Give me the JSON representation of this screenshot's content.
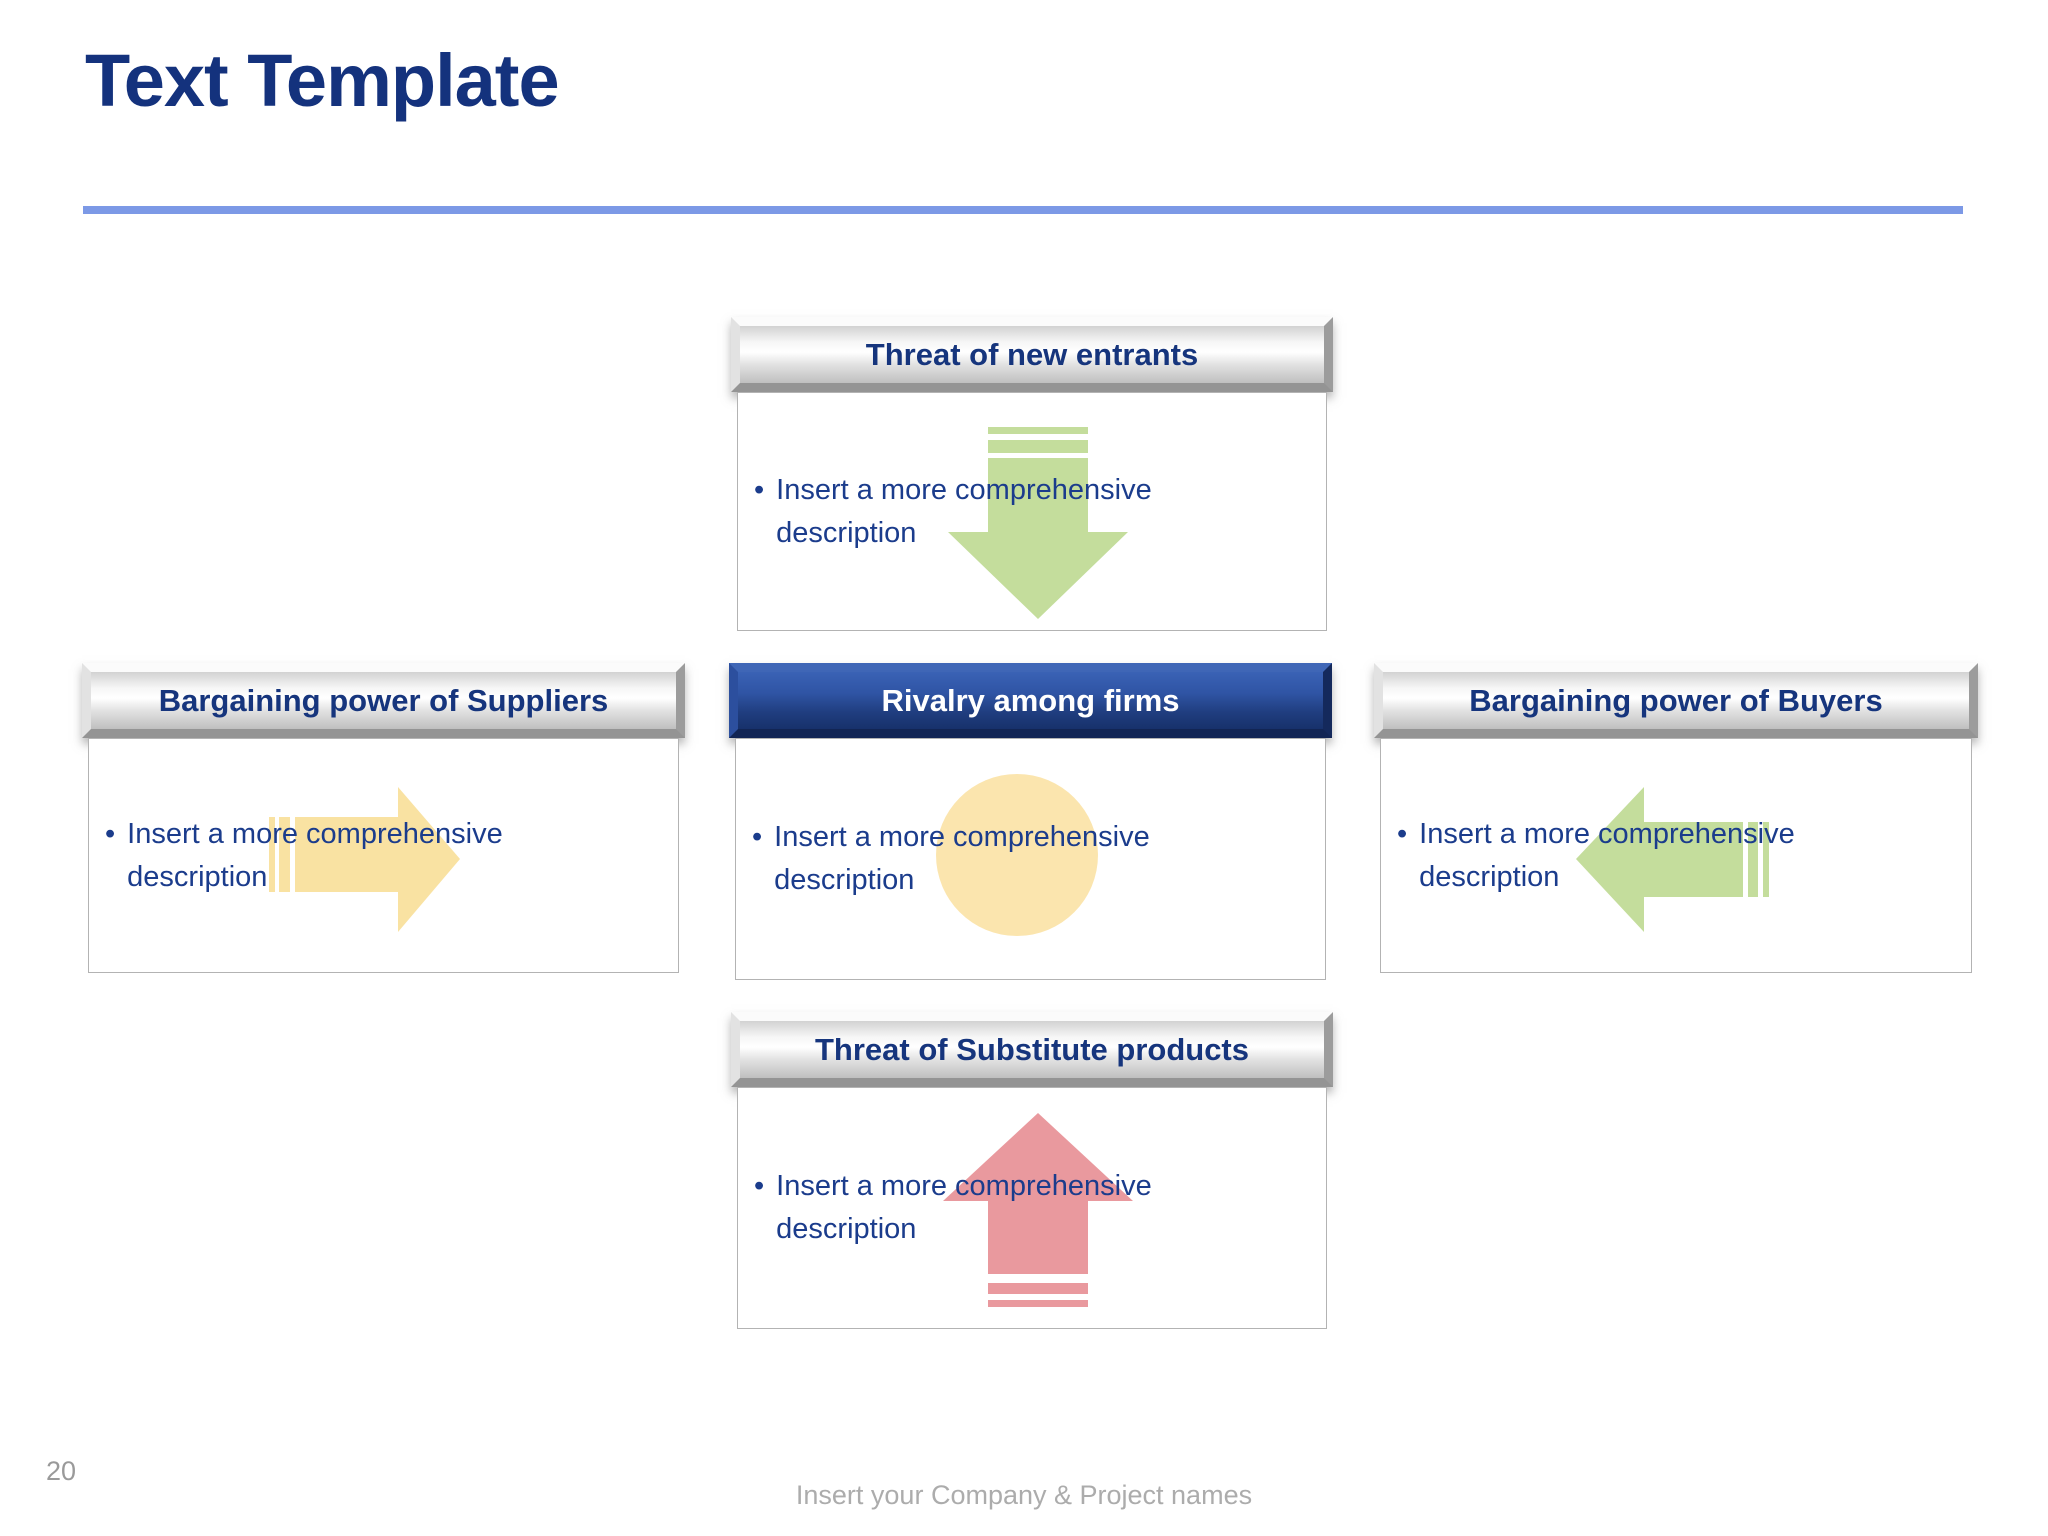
{
  "slide": {
    "title": "Text Template",
    "page_number": "20",
    "footer": "Insert your Company & Project names",
    "bullet_marker": "•"
  },
  "boxes": {
    "top": {
      "title": "Threat of new entrants",
      "bullet": "Insert a more comprehensive\ndescription",
      "shape": "down-arrow"
    },
    "left": {
      "title": "Bargaining power of Suppliers",
      "bullet": "Insert a more comprehensive\ndescription",
      "shape": "right-arrow"
    },
    "center": {
      "title": "Rivalry among firms",
      "bullet": "Insert a more comprehensive\ndescription",
      "shape": "circle"
    },
    "right": {
      "title": "Bargaining power of Buyers",
      "bullet": "Insert a more comprehensive\ndescription",
      "shape": "left-arrow"
    },
    "bottom": {
      "title": "Threat of Substitute products",
      "bullet": "Insert a more comprehensive\ndescription",
      "shape": "up-arrow"
    }
  },
  "colors": {
    "title_text": "#14327D",
    "accent_line": "#7C99E6",
    "header_text_gray": "#16357D",
    "header_text_blue": "#FFFFFF",
    "header_blue": "#2F54A4",
    "body_text": "#1B3C8C",
    "box_border": "#B3B3B3",
    "arrow_green": "#C4DD9C",
    "arrow_yellow": "#F9E2A2",
    "arrow_red": "#E9999E",
    "circle_yellow": "#FBE5AE",
    "footer_text": "#ACACAC",
    "page_number_text": "#9A9A9A"
  }
}
